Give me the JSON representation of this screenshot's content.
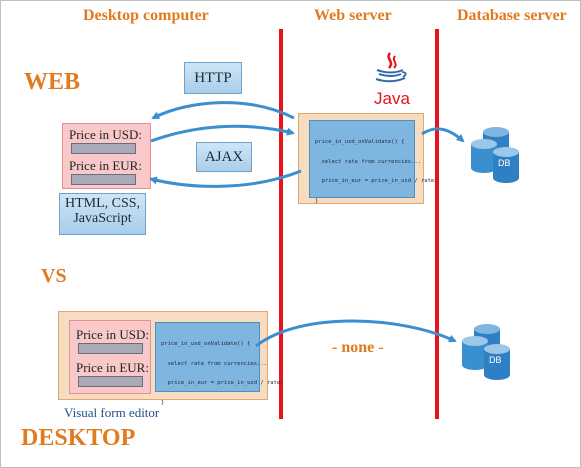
{
  "headers": {
    "desktop": "Desktop computer",
    "server": "Web server",
    "database": "Database server"
  },
  "web_label": "WEB",
  "vs_label": "VS",
  "desktop_label": "DESKTOP",
  "http_label": "HTTP",
  "ajax_label": "AJAX",
  "java_label": "Java",
  "tech_lines": [
    "HTML, CSS,",
    "JavaScript"
  ],
  "price_usd": "Price in USD:",
  "price_eur": "Price in EUR:",
  "code_lines": [
    "price_in_usd_onValidate() {",
    "  select rate from currencies...",
    "  price_in_eur = price_in_usd / rate;",
    "}"
  ],
  "db_label": "DB",
  "none_label": "- none -",
  "visual_editor_label": "Visual form editor",
  "colors": {
    "red_line": "#e8141b",
    "orange_text": "#e07b1f",
    "arrow": "#3a8fcf",
    "panel_pink": "#f9c9c9",
    "db_blue": "#2f7fc4"
  }
}
